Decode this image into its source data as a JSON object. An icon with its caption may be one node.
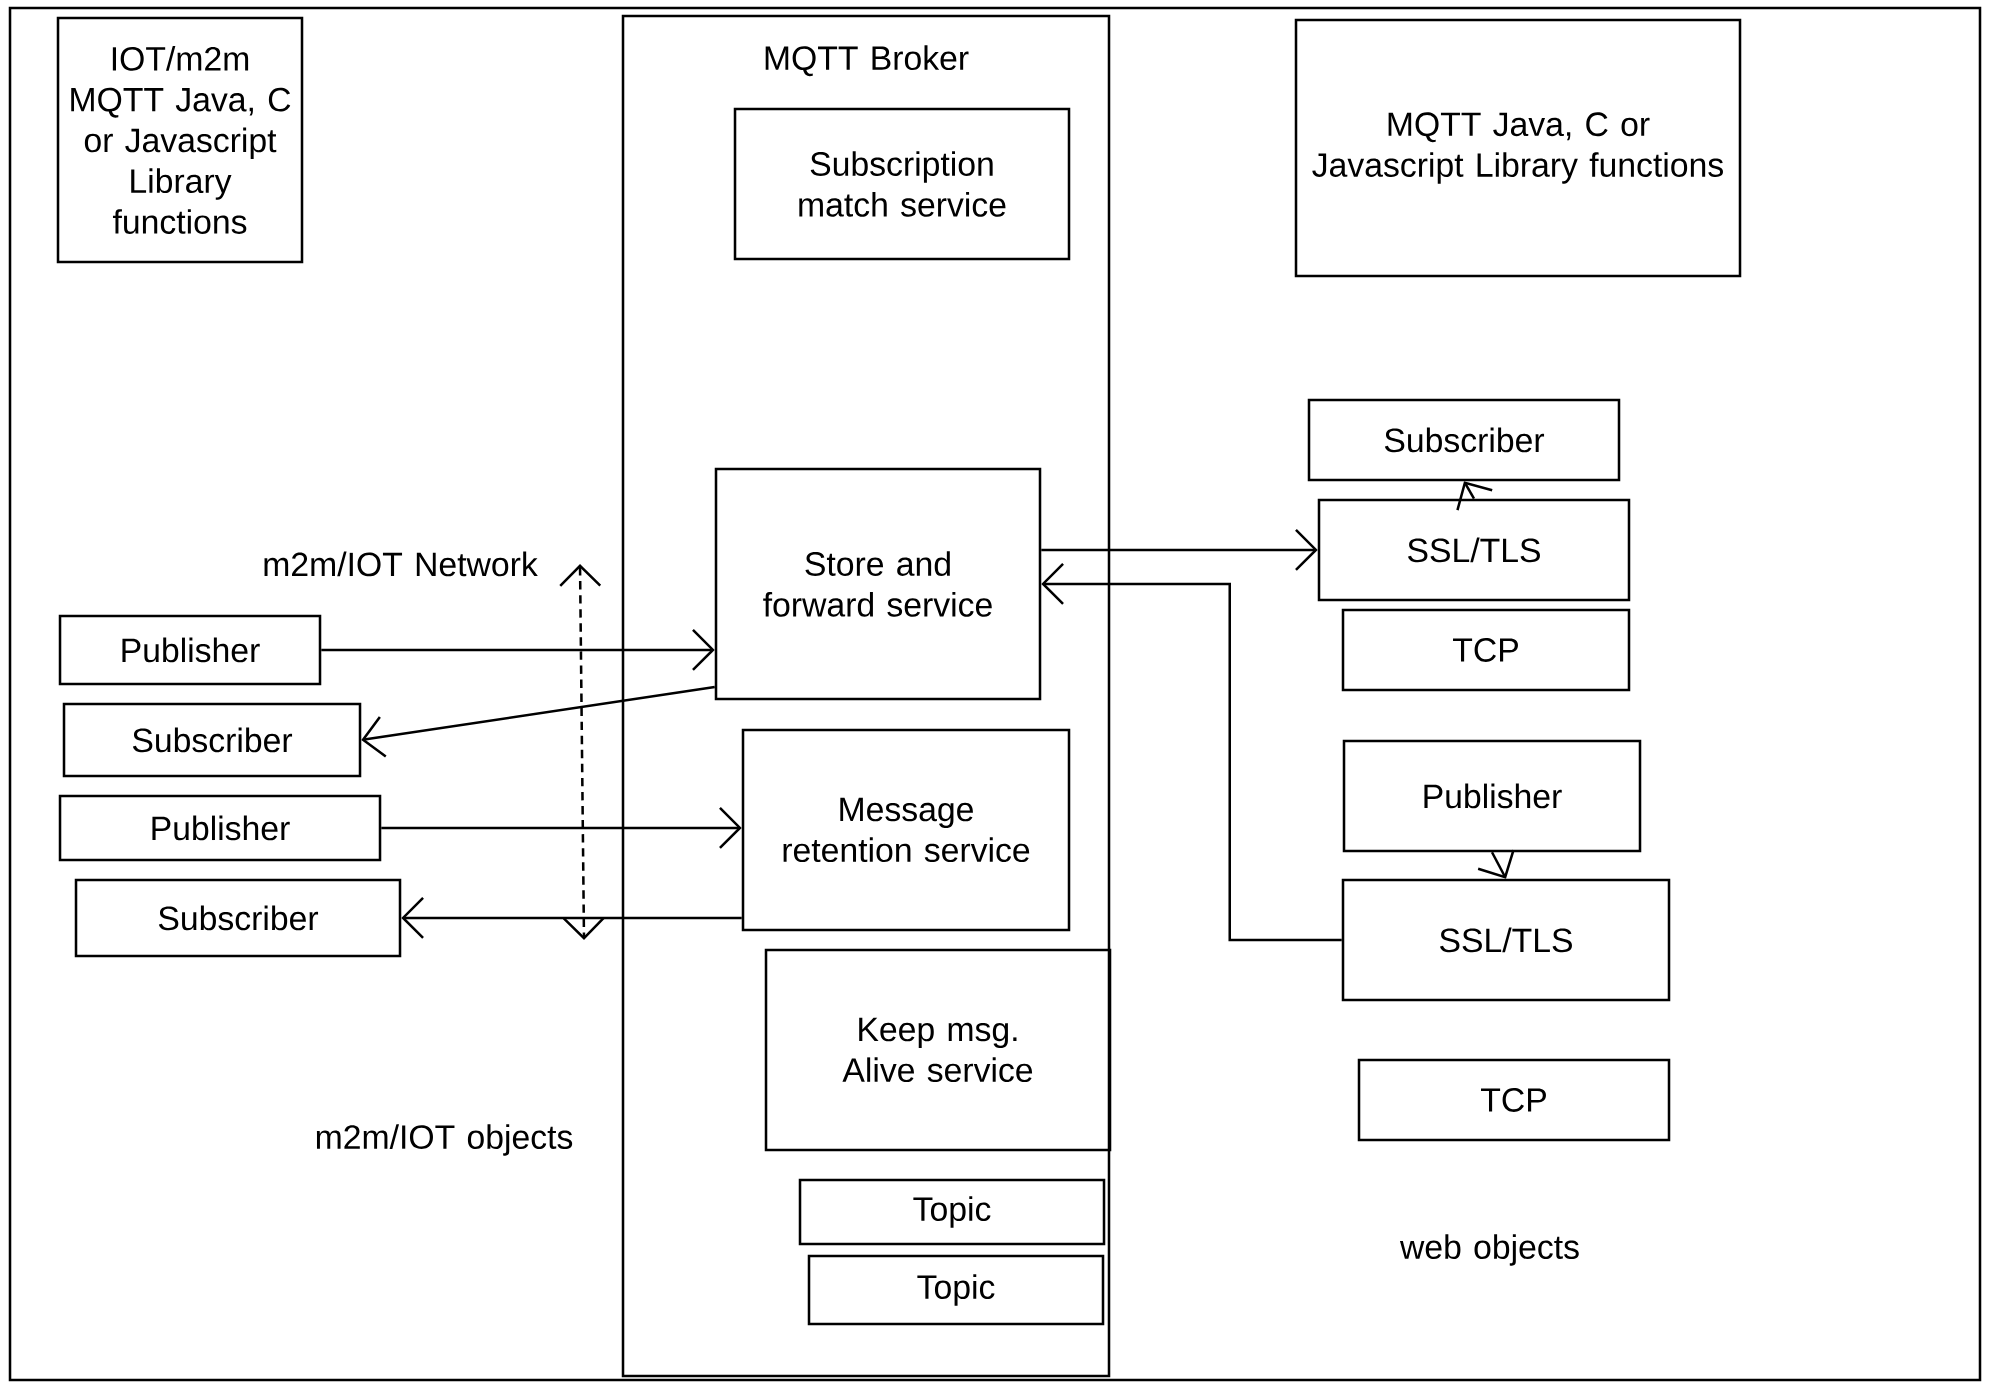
{
  "diagram": {
    "nodes": [
      {
        "text": [
          "IOT/m2m MQTT Java, C or Javascript Library functions"
        ]
      },
      {
        "text": [
          "MQTT Broker"
        ]
      },
      {
        "text": [
          "Subscription match service"
        ],
        "in": 1
      },
      {
        "text": [
          "Store and forward service"
        ],
        "in": 1
      },
      {
        "text": [
          "Message retention service"
        ],
        "in": 1
      },
      {
        "text": [
          "Keep msg. Alive service"
        ],
        "in": 1
      },
      {
        "text": [
          "Topic"
        ],
        "in": 1
      },
      {
        "text": [
          "Topic"
        ],
        "in": 1
      },
      {
        "text": [
          "MQTT Java, C or Javascript Library functions"
        ]
      },
      {
        "text": [
          "Subscriber"
        ]
      },
      {
        "text": [
          "SSL/TLS"
        ]
      },
      {
        "text": [
          "TCP"
        ]
      },
      {
        "text": [
          "Publisher"
        ]
      },
      {
        "text": [
          "SSL/TLS"
        ]
      },
      {
        "text": [
          "TCP"
        ]
      },
      {
        "text": [
          "Publisher"
        ]
      },
      {
        "text": [
          "Subscriber"
        ]
      },
      {
        "text": [
          "Publisher"
        ]
      },
      {
        "text": [
          "Subscriber"
        ]
      }
    ],
    "edges": [
      {
        "from": 15,
        "to": 3,
        "arrow": "to"
      },
      {
        "from": 3,
        "to": 16,
        "arrow": "to"
      },
      {
        "from": 17,
        "to": 4,
        "arrow": "to"
      },
      {
        "from": 4,
        "to": 18,
        "arrow": "to"
      },
      {
        "from": 3,
        "to": 10,
        "arrow": "to"
      },
      {
        "from": 10,
        "to": 9,
        "arrow": "to"
      },
      {
        "from": 12,
        "to": 13,
        "arrow": "to"
      },
      {
        "from": 13,
        "to": 3,
        "arrow": "to"
      }
    ],
    "labels": [
      "m2m/IOT Network",
      "m2m/IOT objects",
      "web objects"
    ]
  }
}
